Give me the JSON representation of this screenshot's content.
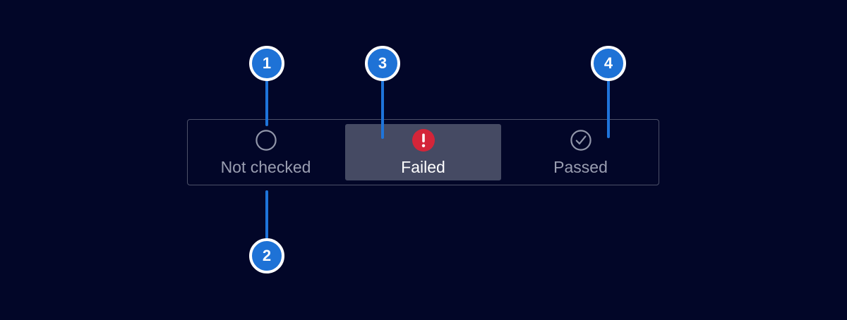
{
  "theme": {
    "background": "#020628",
    "bar_border": "#4d5169",
    "segment_active_bg": "#454a63",
    "label_color": "#9a9eb1",
    "label_active_color": "#ffffff",
    "icon_color": "#9196a9",
    "alert_color": "#d42539",
    "alert_glyph_color": "#ffffff",
    "callout_fill": "#1e72d6",
    "callout_ring": "#ffffff",
    "callout_number_color": "#ffffff",
    "connector_color": "#1e74da"
  },
  "status_bar": {
    "segments": [
      {
        "label": "Not checked",
        "icon": "circle-outline-icon",
        "state": "default"
      },
      {
        "label": "Failed",
        "icon": "exclamation-circle-icon",
        "state": "selected"
      },
      {
        "label": "Passed",
        "icon": "check-circle-icon",
        "state": "default"
      }
    ]
  },
  "callouts": [
    {
      "number": "1"
    },
    {
      "number": "2"
    },
    {
      "number": "3"
    },
    {
      "number": "4"
    }
  ]
}
